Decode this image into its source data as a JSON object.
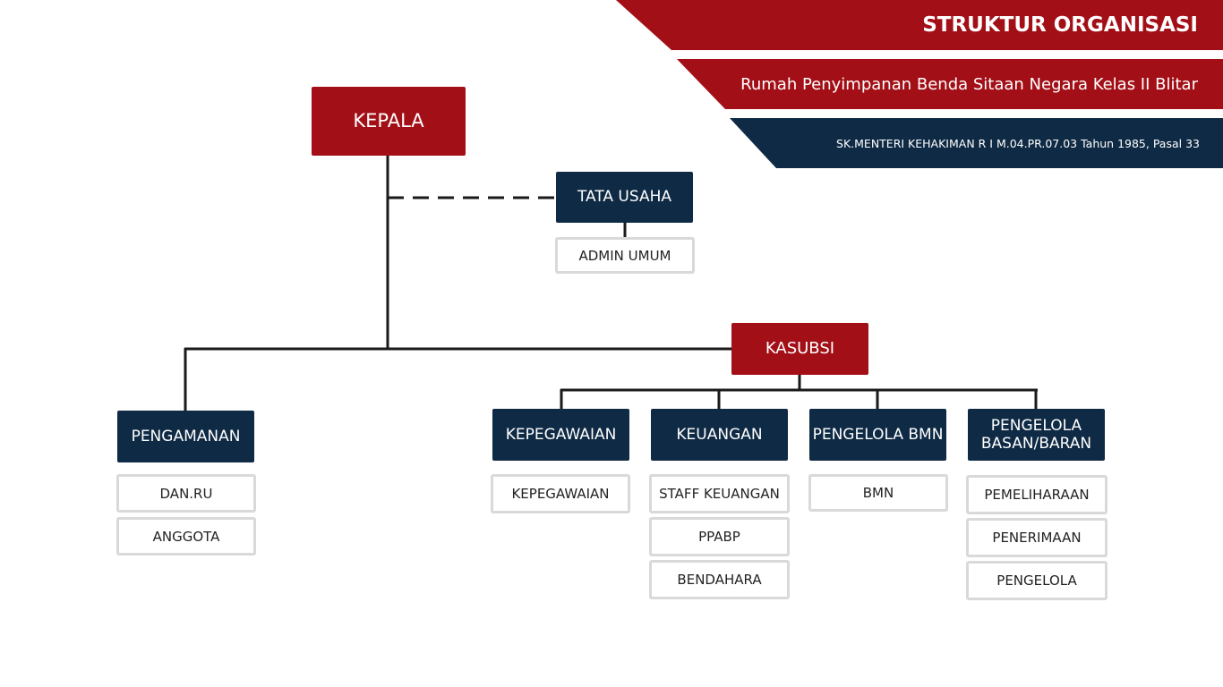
{
  "header": {
    "title": "STRUKTUR ORGANISASI",
    "subtitle": "Rumah Penyimpanan Benda Sitaan Negara Kelas II Blitar",
    "legal_basis": "SK.MENTERI KEHAKIMAN R I M.04.PR.07.03 Tahun 1985, Pasal 33"
  },
  "colors": {
    "red": "#a30f17",
    "navy": "#0f2a44",
    "sub_border": "#d9d9d9"
  },
  "org": {
    "kepala": "KEPALA",
    "tata_usaha": {
      "label": "TATA USAHA",
      "units": [
        "ADMIN UMUM"
      ]
    },
    "kasubsi": "KASUBSI",
    "pengamanan": {
      "label": "PENGAMANAN",
      "units": [
        "DAN.RU",
        "ANGGOTA"
      ]
    },
    "kepegawaian": {
      "label": "KEPEGAWAIAN",
      "units": [
        "KEPEGAWAIAN"
      ]
    },
    "keuangan": {
      "label": "KEUANGAN",
      "units": [
        "STAFF KEUANGAN",
        "PPABP",
        "BENDAHARA"
      ]
    },
    "pengelola_bmn": {
      "label": "PENGELOLA BMN",
      "units": [
        "BMN"
      ]
    },
    "pengelola_basan": {
      "label": "PENGELOLA\nBASAN/BARAN",
      "units": [
        "PEMELIHARAAN",
        "PENERIMAAN",
        "PENGELOLA"
      ]
    }
  }
}
